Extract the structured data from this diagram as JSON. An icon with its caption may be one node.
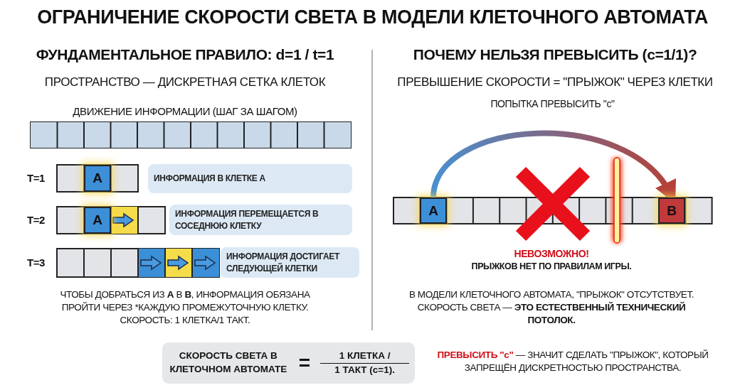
{
  "diagram": {
    "title": "ОГРАНИЧЕНИЕ СКОРОСТИ СВЕТА В МОДЕЛИ КЛЕТОЧНОГО АВТОМАТА",
    "nodes": [
      {
        "text": [
          "A"
        ]
      },
      {
        "text": [
          "ИНФОРМАЦИЯ В КЛЕТКЕ А"
        ]
      },
      {
        "text": [
          "A"
        ]
      },
      {
        "text": [
          "ИНФОРМАЦИЯ ПЕРЕМЕЩАЕТСЯ В СОСЕДНЮЮ КЛЕТКУ"
        ]
      },
      {
        "text": [
          "ИНФОРМАЦИЯ ДОСТИГАЕТ СЛЕДУЮЩЕЙ КЛЕТКИ"
        ]
      },
      {
        "text": [
          "A"
        ]
      },
      {
        "text": [
          "B"
        ]
      },
      {
        "text": [
          "СКОРОСТЬ СВЕТА В КЛЕТОЧНОМ АВТОМАТЕ",
          "=",
          "1 КЛЕТКА / 1 ТАКТ (c=1)."
        ]
      }
    ],
    "edges": [
      {
        "from": 5,
        "to": 6,
        "arrow": "to",
        "label": "ПОПЫТКА ПРЕВЫСИТЬ \"c\""
      }
    ],
    "labels": [
      "ФУНДАМЕНТАЛЬНОЕ ПРАВИЛО: d=1 / t=1",
      "ПОЧЕМУ НЕЛЬЗЯ ПРЕВЫСИТЬ (c=1/1)?",
      "ПРОСТРАНСТВО — ДИСКРЕТНАЯ СЕТКА КЛЕТОК",
      "ПРЕВЫШЕНИЕ СКОРОСТИ = \"ПРЫЖОК\" ЧЕРЕЗ КЛЕТКИ",
      "ДВИЖЕНИЕ ИНФОРМАЦИИ (ШАГ ЗА ШАГОМ)",
      "T=1",
      "T=2",
      "T=3",
      "НЕВОЗМОЖНО!",
      "ПРЫЖКОВ НЕТ ПО ПРАВИЛАМ ИГРЫ.",
      "ЧТОБЫ ДОБРАТЬСЯ ИЗ **A** В **B**, ИНФОРМАЦИЯ ОБЯЗАНА ПРОЙТИ ЧЕРЕЗ *КАЖДУЮ ПРОМЕЖУТОЧНУЮ КЛЕТКУ. СКОРОСТЬ: 1 КЛЕТКА/1 ТАКТ.",
      "В МОДЕЛИ КЛЕТОЧНОГО АВТОМАТА, \"ПРЫЖОК\" ОТСУТСТВУЕТ. СКОРОСТЬ СВЕТА — **ЭТО ЕСТЕСТВЕННЫЙ ТЕХНИЧЕСКИЙ ПОТОЛОК.**",
      "**ПРЕВЫСИТЬ \"c\"** — ЗНАЧИТ СДЕЛАТЬ \"ПРЫЖОК\", КОТОРЫЙ ЗАПРЕЩЁН ДИСКРЕТНОСТЬЮ ПРОСТРАНСТВА."
    ]
  }
}
